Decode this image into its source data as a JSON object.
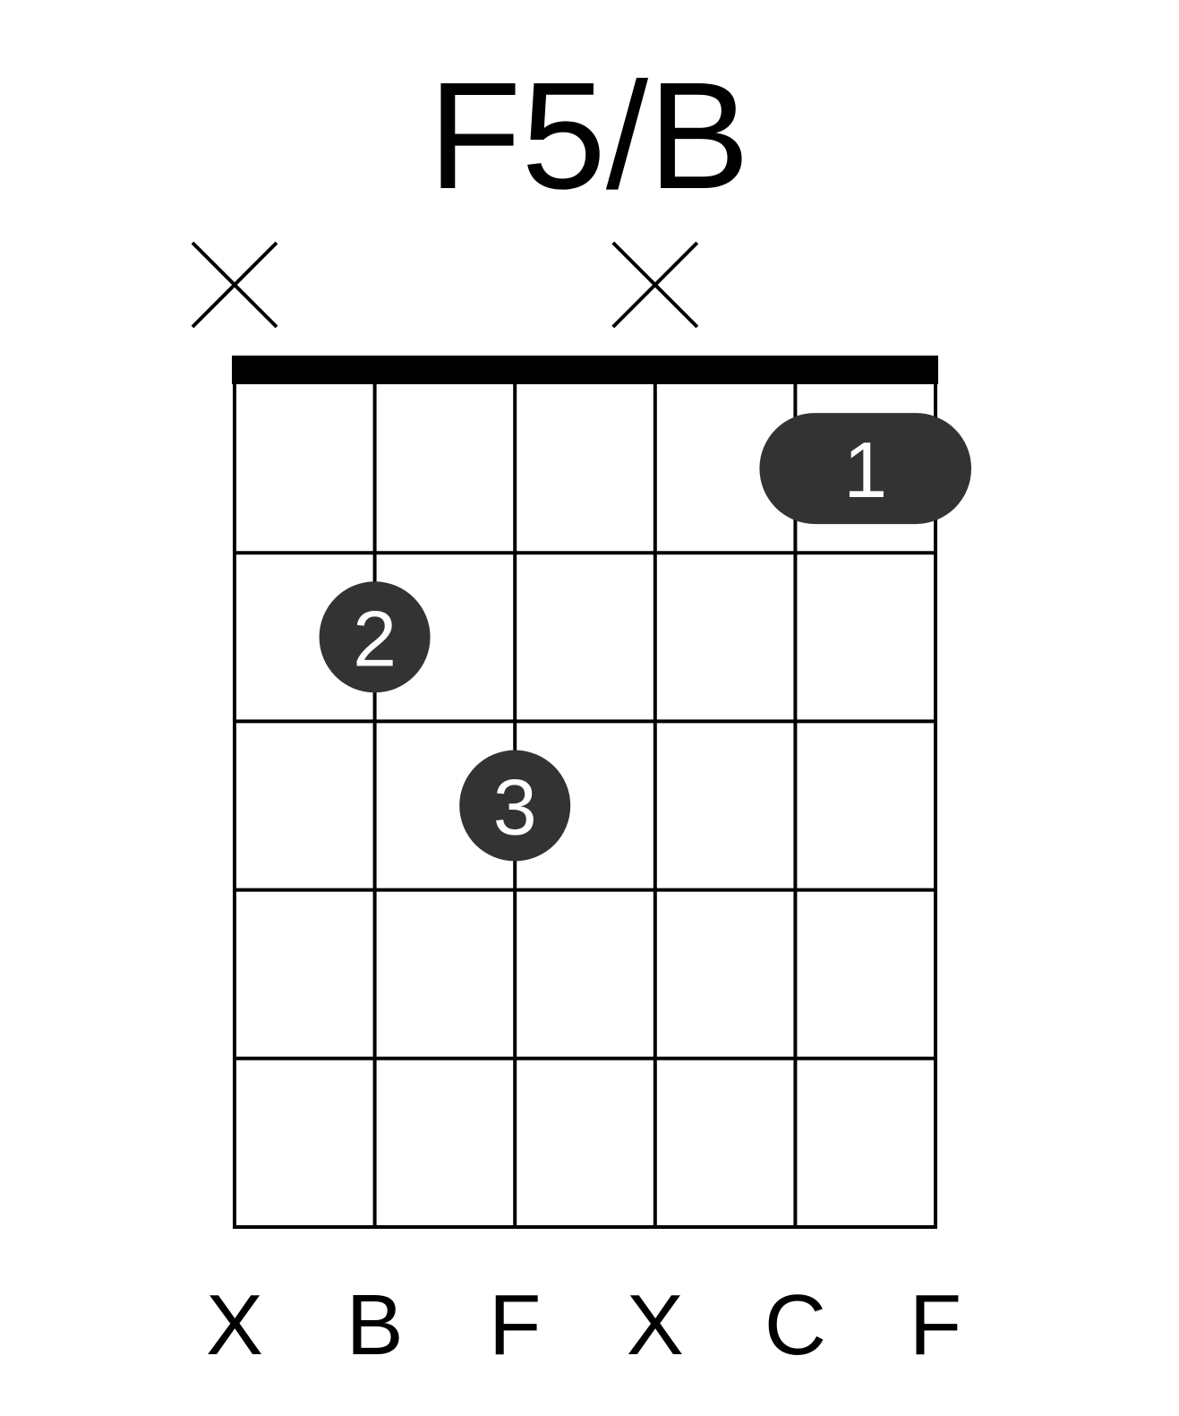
{
  "chord": {
    "name": "F5/B"
  },
  "diagram": {
    "string_count": 6,
    "fret_count": 5,
    "muted_strings": [
      1,
      4
    ],
    "fingers": [
      {
        "finger": "1",
        "fret": 1,
        "string_from": 5,
        "string_to": 6,
        "barre": true
      },
      {
        "finger": "2",
        "fret": 2,
        "string_from": 2,
        "string_to": 2,
        "barre": false
      },
      {
        "finger": "3",
        "fret": 3,
        "string_from": 3,
        "string_to": 3,
        "barre": false
      }
    ],
    "string_notes": [
      "X",
      "B",
      "F",
      "X",
      "C",
      "F"
    ]
  },
  "colors": {
    "line": "#000000",
    "dot": "#333333",
    "dot_text": "#ffffff",
    "background": "#ffffff"
  }
}
